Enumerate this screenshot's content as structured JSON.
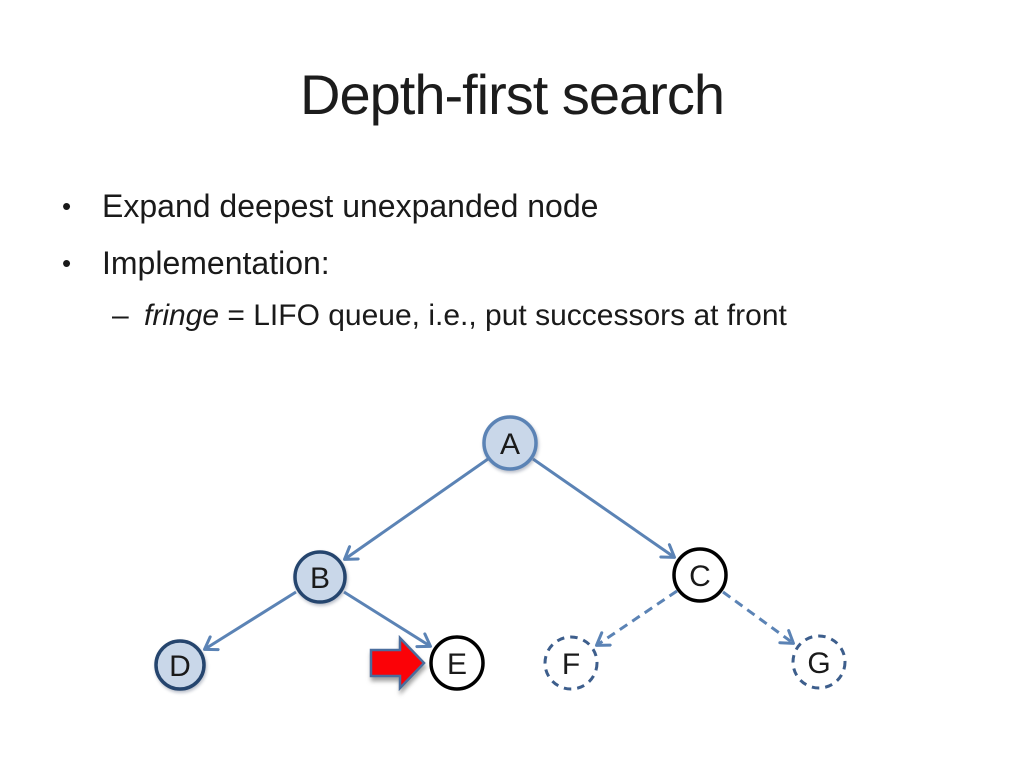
{
  "slide": {
    "title": "Depth-first search",
    "bullet_glyph": "•",
    "sub_bullet_glyph": "–",
    "bullets": [
      "Expand deepest unexpanded node",
      "Implementation:"
    ],
    "sub_bullet": {
      "term": "fringe",
      "rest": " = LIFO queue, i.e., put successors at front"
    }
  },
  "diagram": {
    "nodes": [
      {
        "label": "A",
        "appearance": "light-blue fill, steel-blue border"
      },
      {
        "label": "B",
        "appearance": "light-blue fill, dark-navy border"
      },
      {
        "label": "C",
        "appearance": "white fill, solid black border"
      },
      {
        "label": "D",
        "appearance": "light-blue fill, dark-navy border"
      },
      {
        "label": "E",
        "appearance": "white fill, solid black border"
      },
      {
        "label": "F",
        "appearance": "white fill, dashed blue border"
      },
      {
        "label": "G",
        "appearance": "white fill, dashed blue border"
      }
    ],
    "edges": [
      {
        "from": "A",
        "to": "B",
        "style": "solid-arrow"
      },
      {
        "from": "A",
        "to": "C",
        "style": "solid-arrow"
      },
      {
        "from": "B",
        "to": "D",
        "style": "solid-arrow"
      },
      {
        "from": "B",
        "to": "E",
        "style": "solid-arrow"
      },
      {
        "from": "C",
        "to": "F",
        "style": "dashed-arrow"
      },
      {
        "from": "C",
        "to": "G",
        "style": "dashed-arrow"
      }
    ],
    "pointer": {
      "shape": "red-block-arrow",
      "points_at": "E"
    },
    "colors": {
      "edge_blue": "#5b83b5",
      "node_fill_blue": "#c9d7e9",
      "node_border_light": "#5b83b5",
      "node_border_dark": "#25456e",
      "node_border_black": "#000000",
      "dashed_node_border": "#3d5e8c",
      "red_arrow_fill": "#fb0207",
      "red_arrow_border": "#4a6d9d",
      "text": "#1a1a1a",
      "background": "#ffffff"
    }
  }
}
